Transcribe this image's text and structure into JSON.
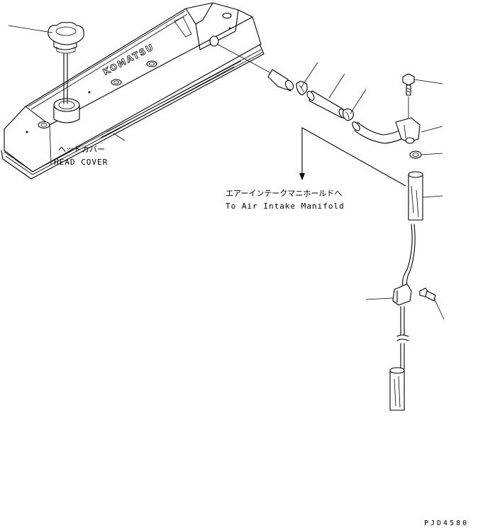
{
  "head_cover": {
    "label_jp": "ヘッドカバー",
    "label_en": "HEAD COVER",
    "emboss_text": "KOMATSU"
  },
  "air_intake": {
    "label_jp": "エアーインテークマニホールドへ",
    "label_en": "To Air Intake Manifold"
  },
  "drawing_code": "PJD4580"
}
